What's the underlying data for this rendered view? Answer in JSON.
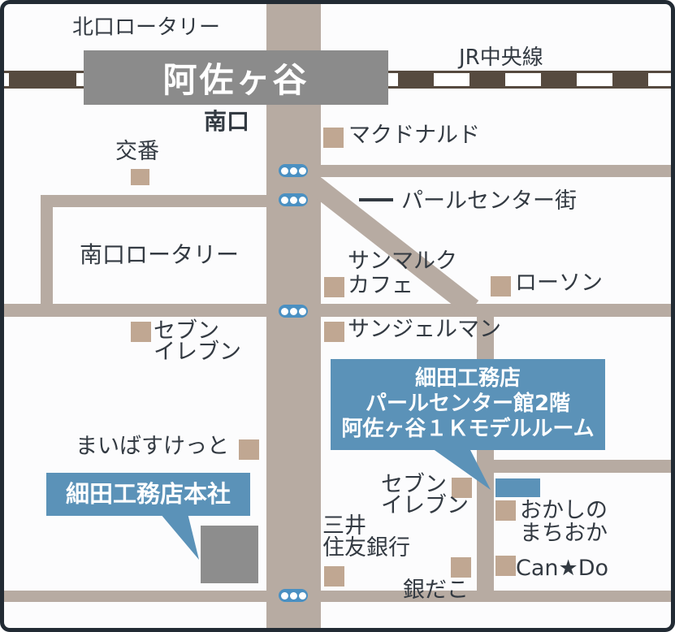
{
  "colors": {
    "border": "#222b34",
    "background": "#fcfcfd",
    "road": "#b7aba2",
    "railway_dark": "#564a3f",
    "station_gray": "#8b8b8b",
    "building_gray": "#8d8d8d",
    "marker_beige": "#c0a792",
    "callout_blue": "#5b92b8",
    "signal_blue": "#4a90c2",
    "text_dark": "#333a42",
    "text_white": "#ffffff"
  },
  "station": {
    "name": "阿佐ヶ谷"
  },
  "railway": {
    "name": "JR中央線"
  },
  "exits": {
    "north_rotary": "北口ロータリー",
    "south_exit": "南口",
    "south_rotary": "南口ロータリー"
  },
  "streets": {
    "pearl_center": "パールセンター街"
  },
  "places": {
    "koban": "交番",
    "mcdonalds": "マクドナルド",
    "saint_marc": [
      "サンマルク",
      "カフェ"
    ],
    "lawson": "ローソン",
    "saint_germain": "サンジェルマン",
    "seven_eleven_west": [
      "セブン",
      "イレブン"
    ],
    "maibasuketto": "まいばすけっと",
    "seven_eleven_south": [
      "セブン",
      "イレブン"
    ],
    "mitsui_sumitomo_bank": [
      "三井",
      "住友銀行"
    ],
    "okashi_no_machioka": [
      "おかしの",
      "まちおか"
    ],
    "cando": "Can★Do",
    "gindako": "銀だこ"
  },
  "callouts": {
    "headquarters": "細田工務店本社",
    "model_room": [
      "細田工務店",
      "パールセンター館2階",
      "阿佐ヶ谷１Ｋモデルルーム"
    ]
  }
}
